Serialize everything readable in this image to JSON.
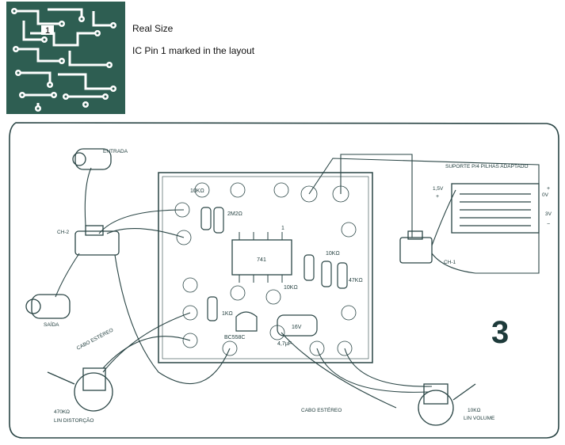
{
  "header": {
    "pcb_pin_marker": "1",
    "caption_size": "Real Size",
    "caption_pin": "IC Pin 1 marked in the layout"
  },
  "figure_number": "3",
  "labels": {
    "entrada": "ENTRADA",
    "ch2": "CH-2",
    "saida": "SAÍDA",
    "cabo_estereo_left": "CABO ESTÉREO",
    "pot_left_value": "470KΩ",
    "pot_left_name": "LIN DISTORÇÃO",
    "cabo_estereo_bottom": "CABO ESTÉREO",
    "pot_right_value": "10KΩ",
    "pot_right_name": "LIN VOLUME",
    "battery_holder": "SUPORTE P/4 PILHAS ADAPTADO",
    "bat_1v5": "1,5V",
    "bat_0v": "0V",
    "bat_3v": "3V",
    "bat_plus_left": "+",
    "bat_plus_right": "+",
    "bat_minus": "−",
    "ch1": "CH-1",
    "r_10k_top": "10KΩ",
    "r_2m2": "2M2Ω",
    "ic_label": "741",
    "ic_pin1": "1",
    "r_10k_mid": "10KΩ",
    "r_10k_right": "10KΩ",
    "r_47k": "47KΩ",
    "r_1k": "1KΩ",
    "transistor": "BC558C",
    "cap_16v": "16V",
    "cap_47uf": "4,7μF"
  },
  "colors": {
    "pcb_green": "#2e5e52",
    "ink": "#1d3a3a",
    "line": "#2a4545"
  }
}
